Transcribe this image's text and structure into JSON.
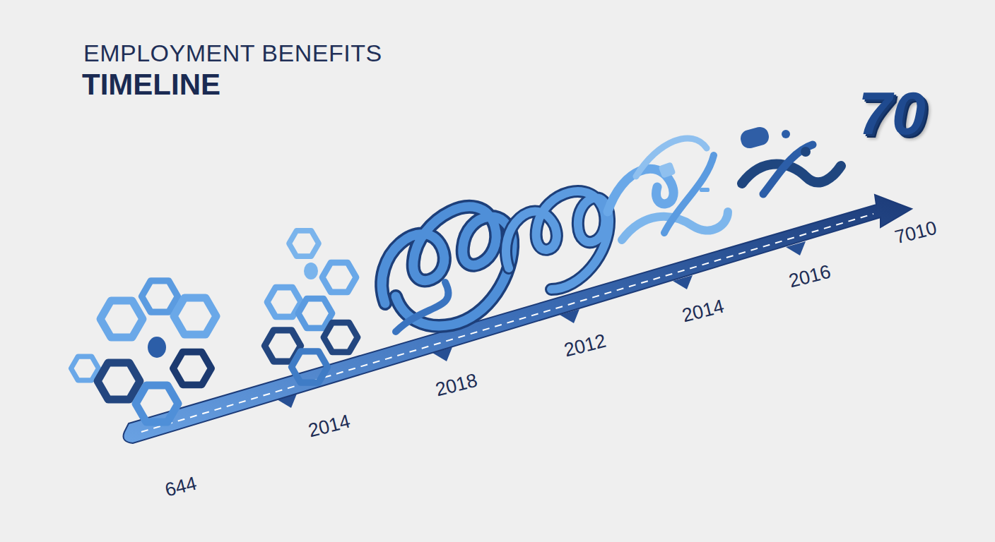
{
  "diagram": {
    "title": "EMPLOYMENT BENEFITS",
    "labels": [
      "TIMELINE",
      "644",
      "2014",
      "2018",
      "2012",
      "2014",
      "2016",
      "7010",
      "70"
    ]
  }
}
